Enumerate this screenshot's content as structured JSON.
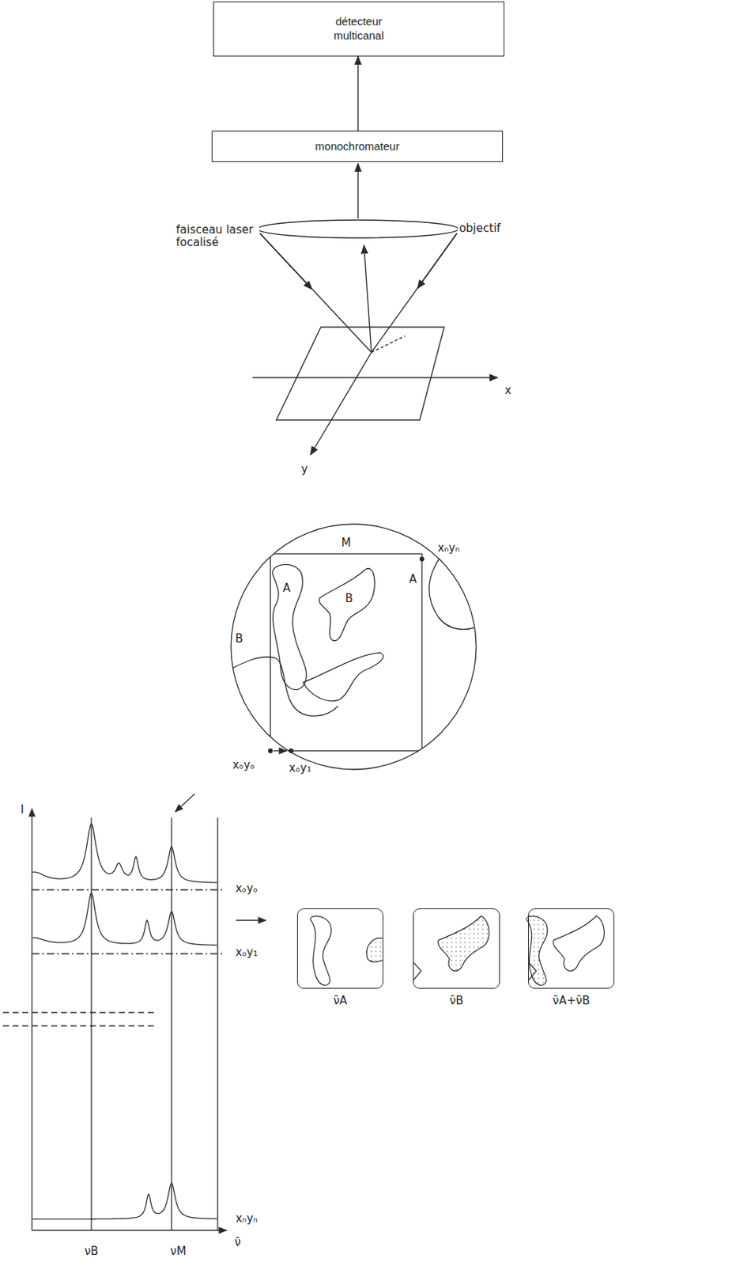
{
  "diagram": {
    "nodes": [
      {
        "text": [
          "détecteur multicanal"
        ]
      },
      {
        "text": [
          "monochromateur"
        ]
      },
      {
        "text": [
          "ν̄A"
        ]
      },
      {
        "text": [
          "ν̄B"
        ]
      },
      {
        "text": [
          "ν̄A+ν̄B"
        ]
      }
    ],
    "edges": [
      {
        "from": 1,
        "to": 0,
        "arrow": "to"
      }
    ],
    "labels": [
      "objectif",
      "faisceau laser focalisé",
      "x",
      "y",
      "M",
      "xₙyₙ",
      "A",
      "B",
      "B",
      "A",
      "xₒyₒ",
      "xₒy₁",
      "I",
      "xₒyₒ",
      "xₒy₁",
      "xₙyₙ",
      "νB",
      "νM",
      "ν̄"
    ]
  }
}
